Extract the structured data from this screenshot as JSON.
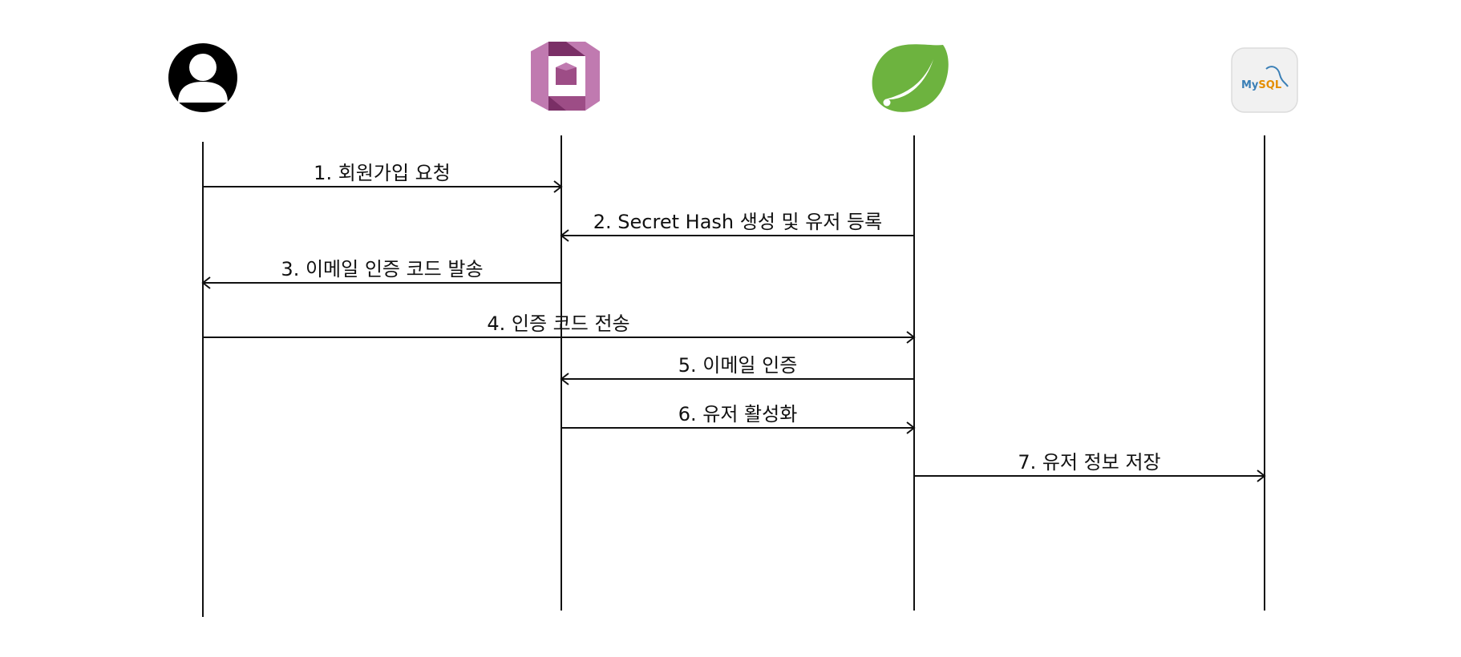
{
  "colors": {
    "line": "#111111",
    "user_icon": "#000000",
    "cognito_light": "#c07ab0",
    "cognito_mid": "#9d4d86",
    "cognito_dark": "#7a2f66",
    "spring_green": "#6db33f",
    "mysql_blue": "#3a7fb6",
    "mysql_orange": "#e48e00"
  },
  "participants": [
    {
      "id": "user",
      "icon": "user-avatar-icon"
    },
    {
      "id": "cognito",
      "icon": "aws-cognito-icon"
    },
    {
      "id": "spring",
      "icon": "spring-leaf-icon"
    },
    {
      "id": "mysql",
      "icon": "mysql-icon",
      "logo_text": {
        "my": "My",
        "sql": "SQL"
      }
    }
  ],
  "messages": [
    {
      "from": "user",
      "to": "cognito",
      "label": "1. 회원가입 요청"
    },
    {
      "from": "spring",
      "to": "cognito",
      "label": "2. Secret Hash 생성 및 유저 등록"
    },
    {
      "from": "cognito",
      "to": "user",
      "label": "3. 이메일 인증 코드 발송"
    },
    {
      "from": "user",
      "to": "spring",
      "label": "4. 인증 코드 전송"
    },
    {
      "from": "spring",
      "to": "cognito",
      "label": "5. 이메일 인증"
    },
    {
      "from": "cognito",
      "to": "spring",
      "label": "6. 유저 활성화"
    },
    {
      "from": "spring",
      "to": "mysql",
      "label": "7. 유저 정보 저장"
    }
  ]
}
